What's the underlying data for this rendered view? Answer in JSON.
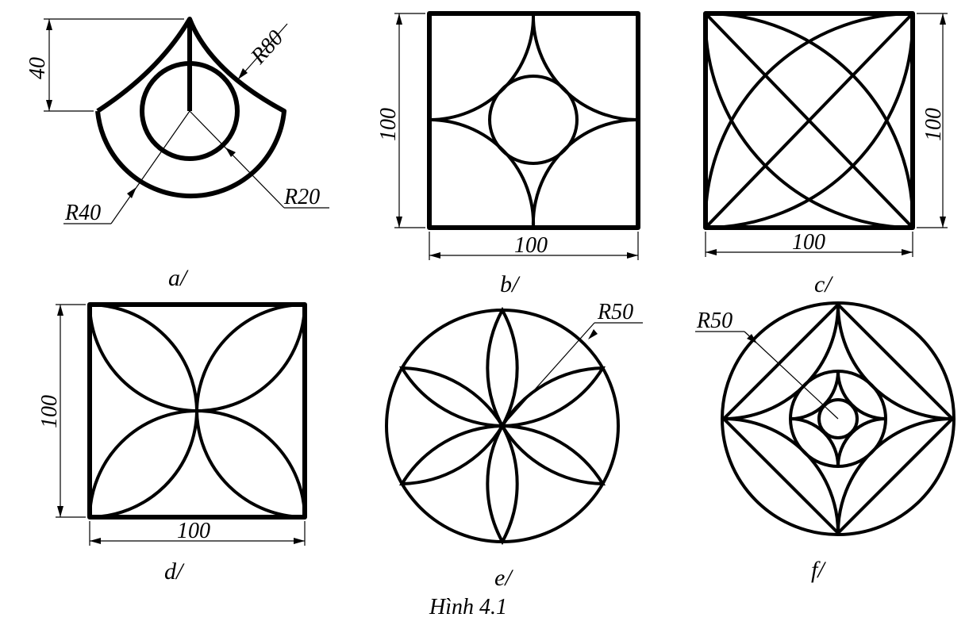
{
  "figure_title": "Hình 4.1",
  "figures": {
    "a": {
      "caption": "a/",
      "dimensions": {
        "height": "40",
        "outer_radius": "R80",
        "middle_radius": "R40",
        "inner_radius": "R20"
      }
    },
    "b": {
      "caption": "b/",
      "dimensions": {
        "width": "100",
        "height": "100"
      }
    },
    "c": {
      "caption": "c/",
      "dimensions": {
        "width": "100",
        "height": "100"
      }
    },
    "d": {
      "caption": "d/",
      "dimensions": {
        "width": "100",
        "height": "100"
      }
    },
    "e": {
      "caption": "e/",
      "dimensions": {
        "radius": "R50"
      }
    },
    "f": {
      "caption": "f/",
      "dimensions": {
        "radius": "R50"
      }
    }
  }
}
